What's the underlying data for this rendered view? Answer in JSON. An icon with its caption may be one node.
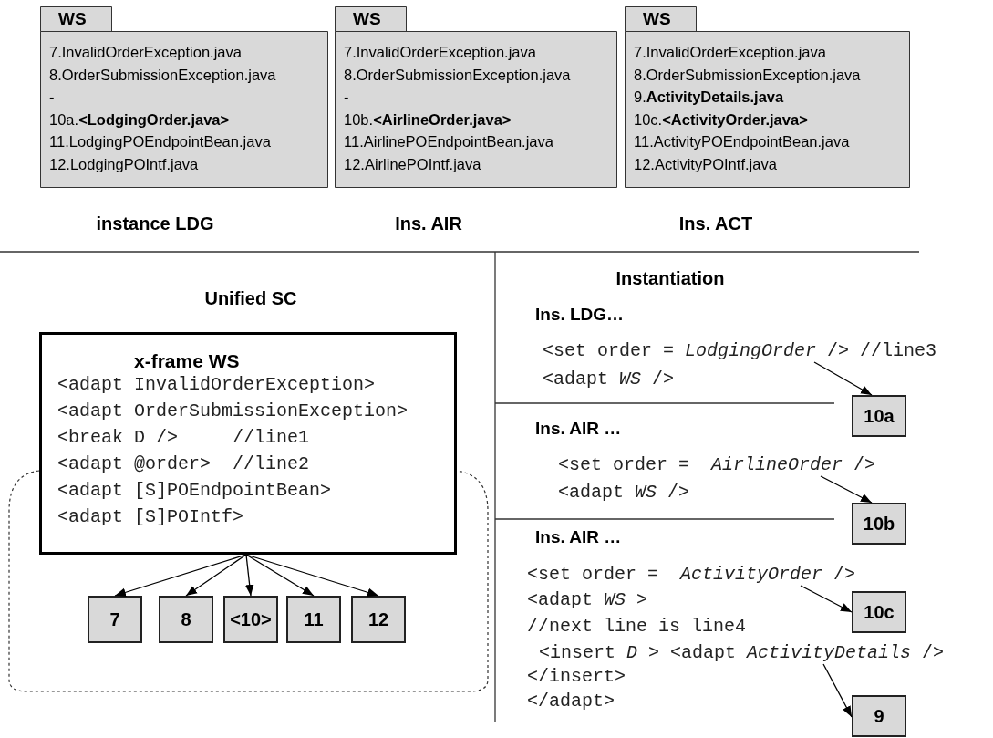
{
  "diagram": {
    "nodes": [
      {
        "text": [
          "WS",
          "7.InvalidOrderException.java",
          "8.OrderSubmissionException.java",
          "-",
          "10a.**<LodgingOrder.java>**",
          "11.LodgingPOEndpointBean.java",
          "12.LodgingPOIntf.java"
        ],
        "beside": [
          "instance LDG"
        ]
      },
      {
        "text": [
          "WS",
          "7.InvalidOrderException.java",
          "8.OrderSubmissionException.java",
          "-",
          "10b.**<AirlineOrder.java>**",
          "11.AirlinePOEndpointBean.java",
          "12.AirlinePOIntf.java"
        ],
        "beside": [
          "Ins. AIR"
        ]
      },
      {
        "text": [
          "WS",
          "7.InvalidOrderException.java",
          "8.OrderSubmissionException.java",
          "9.**ActivityDetails.java**",
          "10c.**<ActivityOrder.java>**",
          "11.ActivityPOEndpointBean.java",
          "12.ActivityPOIntf.java"
        ],
        "beside": [
          "Ins. ACT"
        ]
      },
      {
        "text": [
          "x-frame WS",
          "<adapt InvalidOrderException>",
          "<adapt OrderSubmissionException>",
          "<break D />     //line1",
          "<adapt @order>  //line2",
          "<adapt [S]POEndpointBean>",
          "<adapt [S]POIntf>"
        ]
      },
      {
        "text": [
          "7"
        ]
      },
      {
        "text": [
          "8"
        ]
      },
      {
        "text": [
          "<10>"
        ]
      },
      {
        "text": [
          "11"
        ]
      },
      {
        "text": [
          "12"
        ]
      },
      {
        "text": [
          "10a"
        ]
      },
      {
        "text": [
          "10b"
        ]
      },
      {
        "text": [
          "10c"
        ]
      },
      {
        "text": [
          "9"
        ]
      },
      {
        "text": [
          "<set order = *LodgingOrder* /> //line3"
        ]
      },
      {
        "text": [
          "<set order =  *AirlineOrder* />"
        ]
      },
      {
        "text": [
          "<set order =  *ActivityOrder* />"
        ]
      },
      {
        "text": [
          "<insert *D* > <adapt *ActivityDetails* />"
        ]
      }
    ],
    "edges": [
      {
        "from": 3,
        "to": 4,
        "arrow": "to"
      },
      {
        "from": 3,
        "to": 5,
        "arrow": "to"
      },
      {
        "from": 3,
        "to": 6,
        "arrow": "to"
      },
      {
        "from": 3,
        "to": 7,
        "arrow": "to"
      },
      {
        "from": 3,
        "to": 8,
        "arrow": "to"
      },
      {
        "from": 13,
        "to": 9,
        "arrow": "to"
      },
      {
        "from": 14,
        "to": 10,
        "arrow": "to"
      },
      {
        "from": 15,
        "to": 11,
        "arrow": "to"
      },
      {
        "from": 16,
        "to": 12,
        "arrow": "to"
      }
    ],
    "labels": [
      "Unified SC",
      "Instantiation",
      "Ins. LDG…",
      "<adapt *WS* />",
      "Ins. AIR …",
      "<adapt *WS* />",
      "Ins. AIR …",
      "<adapt *WS* >",
      "//next line is line4",
      "</insert>",
      "</adapt>"
    ]
  }
}
